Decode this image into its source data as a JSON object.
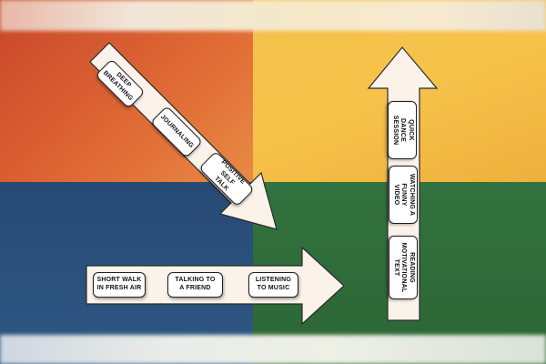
{
  "diagonal_arrow": {
    "steps": [
      "DEEP\nBREATHING",
      "JOURNALING",
      "POSITIVE SELF\nTALK"
    ]
  },
  "horizontal_arrow": {
    "steps": [
      "SHORT WALK\nIN FRESH AIR",
      "TALKING TO\nA FRIEND",
      "LISTENING\nTO MUSIC"
    ]
  },
  "vertical_arrow": {
    "steps": [
      "QUICK\nDANCE\nSESSION",
      "WATCHING A\nFUNNY\nVIDEO",
      "READING\nMOTIVATIONAL TEXT"
    ]
  },
  "colors": {
    "arrow_fill": "#fbf3ea",
    "arrow_stroke": "#2a2a2a",
    "card_fill": "#ffffff",
    "top_left": "#d9562e",
    "top_right": "#f4be48",
    "bottom_left": "#2b5281",
    "bottom_right": "#2f6b3a"
  }
}
